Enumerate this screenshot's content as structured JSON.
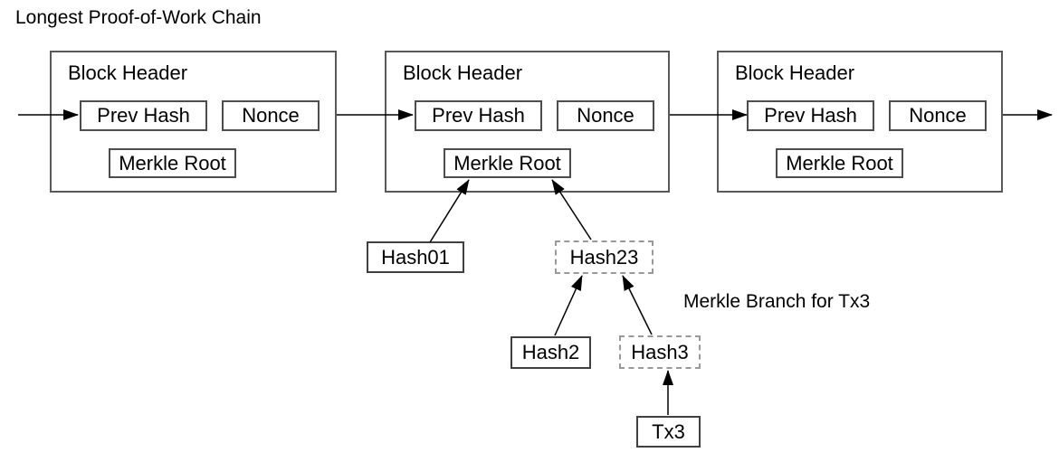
{
  "title": "Longest Proof-of-Work Chain",
  "annotation": "Merkle Branch for Tx3",
  "blocks": [
    {
      "header": "Block Header",
      "prev_hash": "Prev Hash",
      "nonce": "Nonce",
      "merkle_root": "Merkle Root"
    },
    {
      "header": "Block Header",
      "prev_hash": "Prev Hash",
      "nonce": "Nonce",
      "merkle_root": "Merkle Root"
    },
    {
      "header": "Block Header",
      "prev_hash": "Prev Hash",
      "nonce": "Nonce",
      "merkle_root": "Merkle Root"
    }
  ],
  "tree": {
    "hash01": "Hash01",
    "hash23": "Hash23",
    "hash2": "Hash2",
    "hash3": "Hash3",
    "tx3": "Tx3"
  },
  "colors": {
    "bg": "#ffffff",
    "ink": "#000000",
    "border-block": "#595959",
    "border-inner": "#4d4d4d",
    "border-solid-box": "#404040",
    "border-dashed": "#999999"
  }
}
